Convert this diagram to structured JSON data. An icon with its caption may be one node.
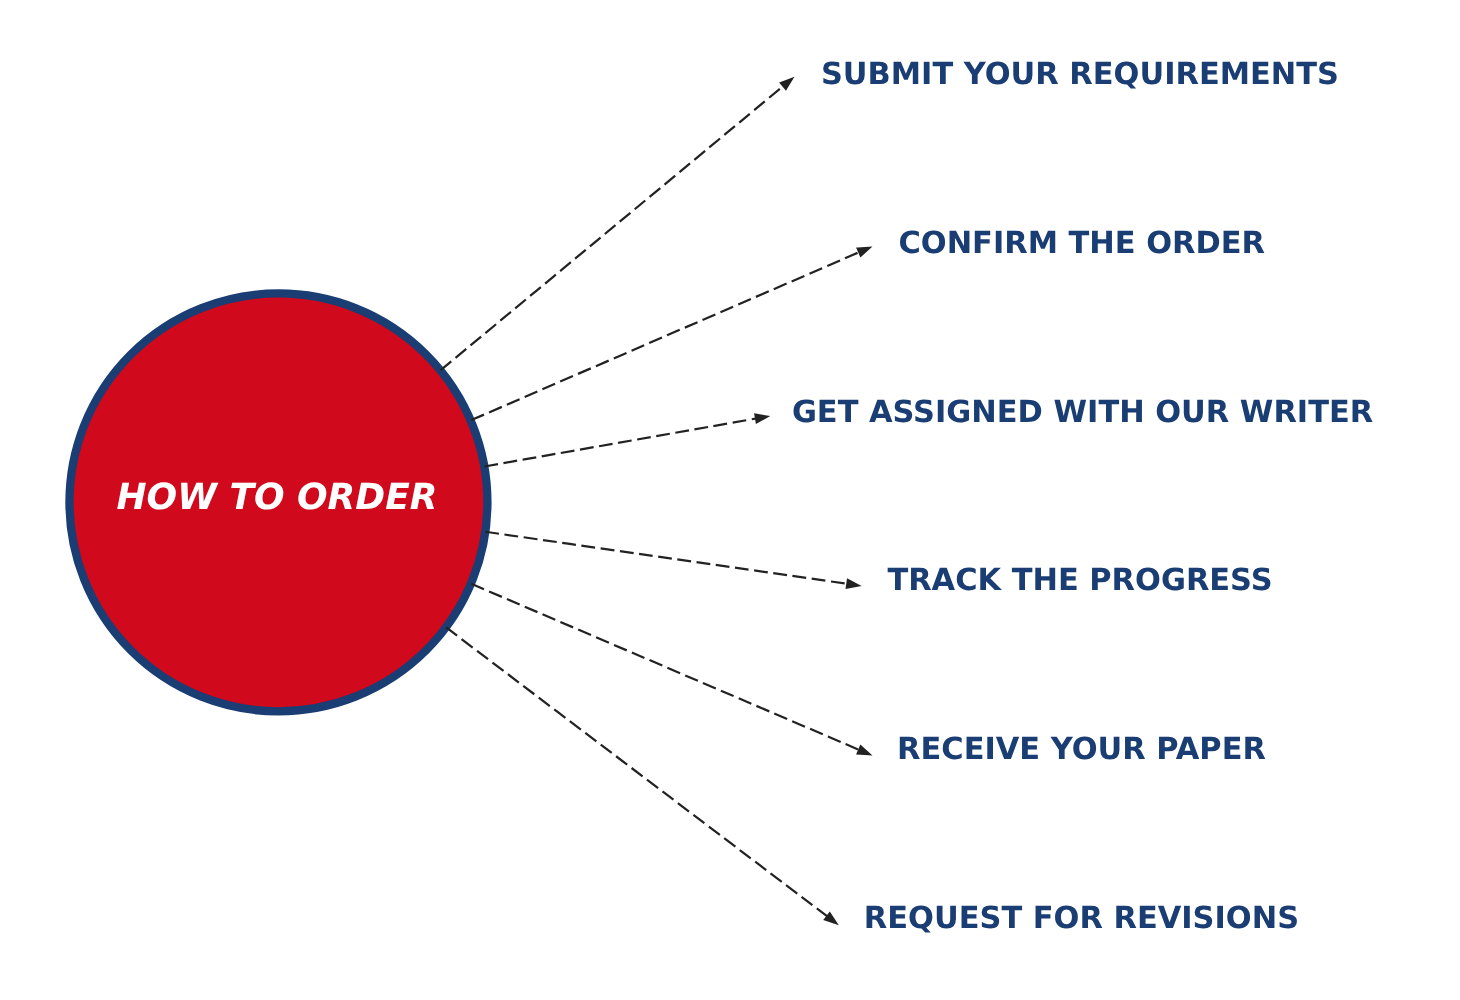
{
  "diagram": {
    "nodes": [
      {
        "text": [
          "HOW TO ORDER"
        ]
      },
      {
        "text": [
          "SUBMIT YOUR REQUIREMENTS"
        ]
      },
      {
        "text": [
          "CONFIRM THE ORDER"
        ]
      },
      {
        "text": [
          "GET ASSIGNED WITH OUR WRITER"
        ]
      },
      {
        "text": [
          "TRACK THE PROGRESS"
        ]
      },
      {
        "text": [
          "RECEIVE YOUR PAPER"
        ]
      },
      {
        "text": [
          "REQUEST FOR REVISIONS"
        ]
      }
    ],
    "edges": [
      {
        "from": 0,
        "to": 1,
        "arrow": "to",
        "style": "dashed"
      },
      {
        "from": 0,
        "to": 2,
        "arrow": "to",
        "style": "dashed"
      },
      {
        "from": 0,
        "to": 3,
        "arrow": "to",
        "style": "dashed"
      },
      {
        "from": 0,
        "to": 4,
        "arrow": "to",
        "style": "dashed"
      },
      {
        "from": 0,
        "to": 5,
        "arrow": "to",
        "style": "dashed"
      },
      {
        "from": 0,
        "to": 6,
        "arrow": "to",
        "style": "dashed"
      }
    ]
  }
}
